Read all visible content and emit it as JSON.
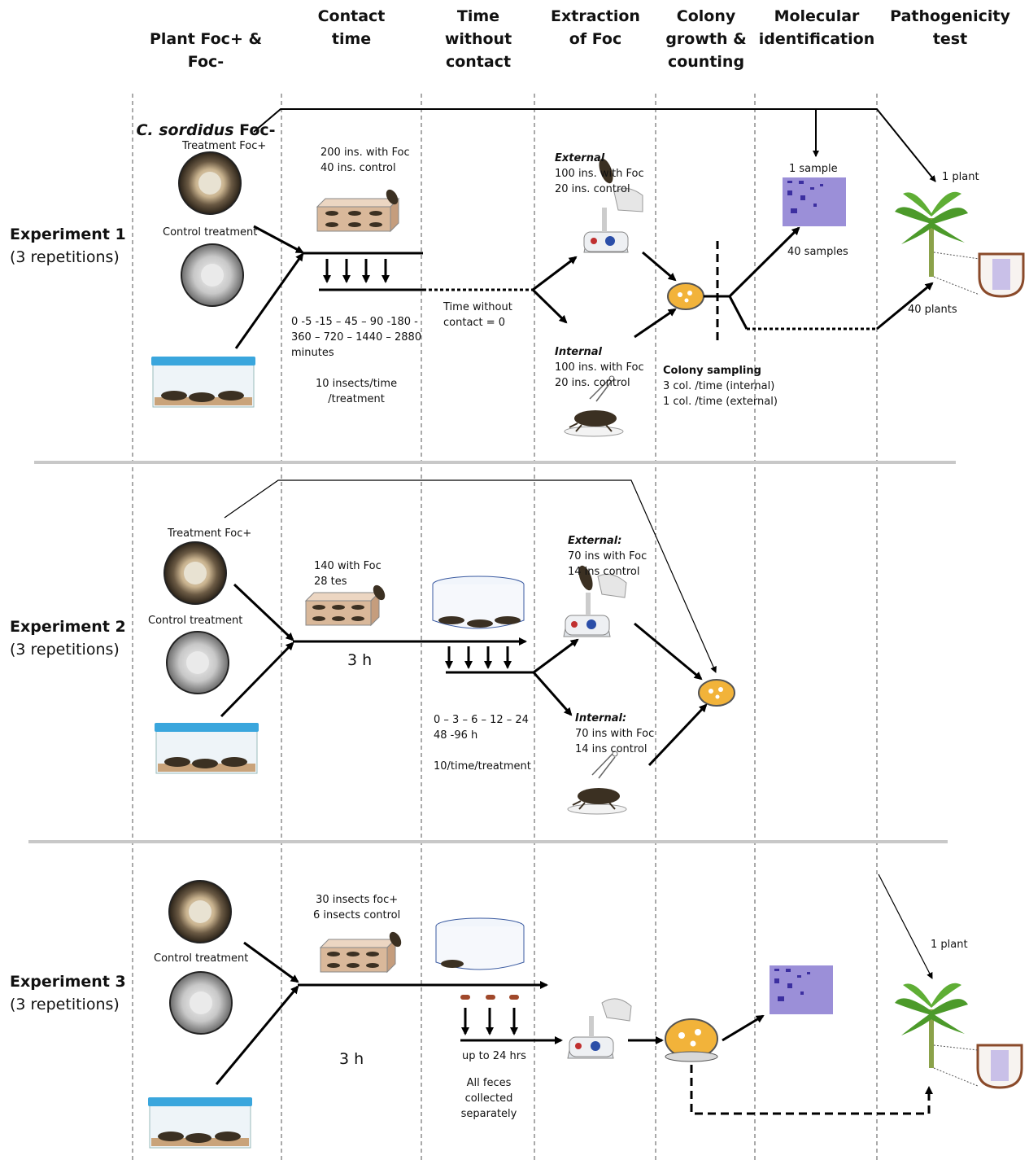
{
  "headers": {
    "plant_a": "Plant Foc+ & Foc-",
    "plant_b": "C. sordidus",
    "plant_b_suffix": " Foc-",
    "contact": "Contact\ntime",
    "without": "Time\nwithout\ncontact",
    "extraction": "Extraction\nof Foc",
    "colony": "Colony\ngrowth &\ncounting",
    "molecular": "Molecular\nidentification",
    "pathogenicity": "Pathogenicity\ntest"
  },
  "exp1": {
    "title": "Experiment 1",
    "reps": "(3 repetitions)",
    "treatment": "Treatment Foc+",
    "control": "Control treatment",
    "insects": "200 ins. with Foc\n40 ins. control",
    "times": "0 -5 -15 – 45 – 90 -180 -\n360 – 720 – 1440 – 2880\nminutes",
    "per_time": "10 insects/time\n/treatment",
    "without": "Time without\ncontact  = 0",
    "external_title": "External",
    "external": "100 ins. with Foc\n20 ins. control",
    "internal_title": "Internal",
    "internal": "100 ins. with Foc\n20 ins. control",
    "sampling_title": "Colony sampling",
    "sampling": "3 col. /time (internal)\n1 col. /time (external)",
    "one_sample": "1 sample",
    "forty_samples": "40 samples",
    "one_plant": "1 plant",
    "forty_plants": "40 plants"
  },
  "exp2": {
    "title": "Experiment 2",
    "reps": "(3 repetitions)",
    "treatment": "Treatment Foc+",
    "control": "Control treatment",
    "insects": "140 with Foc\n28 tes",
    "contact": "3 h",
    "times": "0 – 3 – 6 – 12 – 24\n48 -96 h",
    "per_time": "10/time/treatment",
    "external_title": "External:",
    "external": "70 ins with Foc\n14 ins control",
    "internal_title": "Internal:",
    "internal": "70 ins with Foc\n14 ins control"
  },
  "exp3": {
    "title": "Experiment 3",
    "reps": "(3 repetitions)",
    "control": "Control treatment",
    "insects": "30 insects foc+\n6 insects control",
    "contact": "3 h",
    "time": "up to 24 hrs",
    "feces": "All feces\ncollected\nseparately",
    "one_plant": "1 plant"
  },
  "colors": {
    "agar": "#f2b33a",
    "box": "#d9b89a",
    "lid": "#3aa6dd",
    "gel": "#9b8fd8",
    "plant": "#4c9a2a"
  }
}
